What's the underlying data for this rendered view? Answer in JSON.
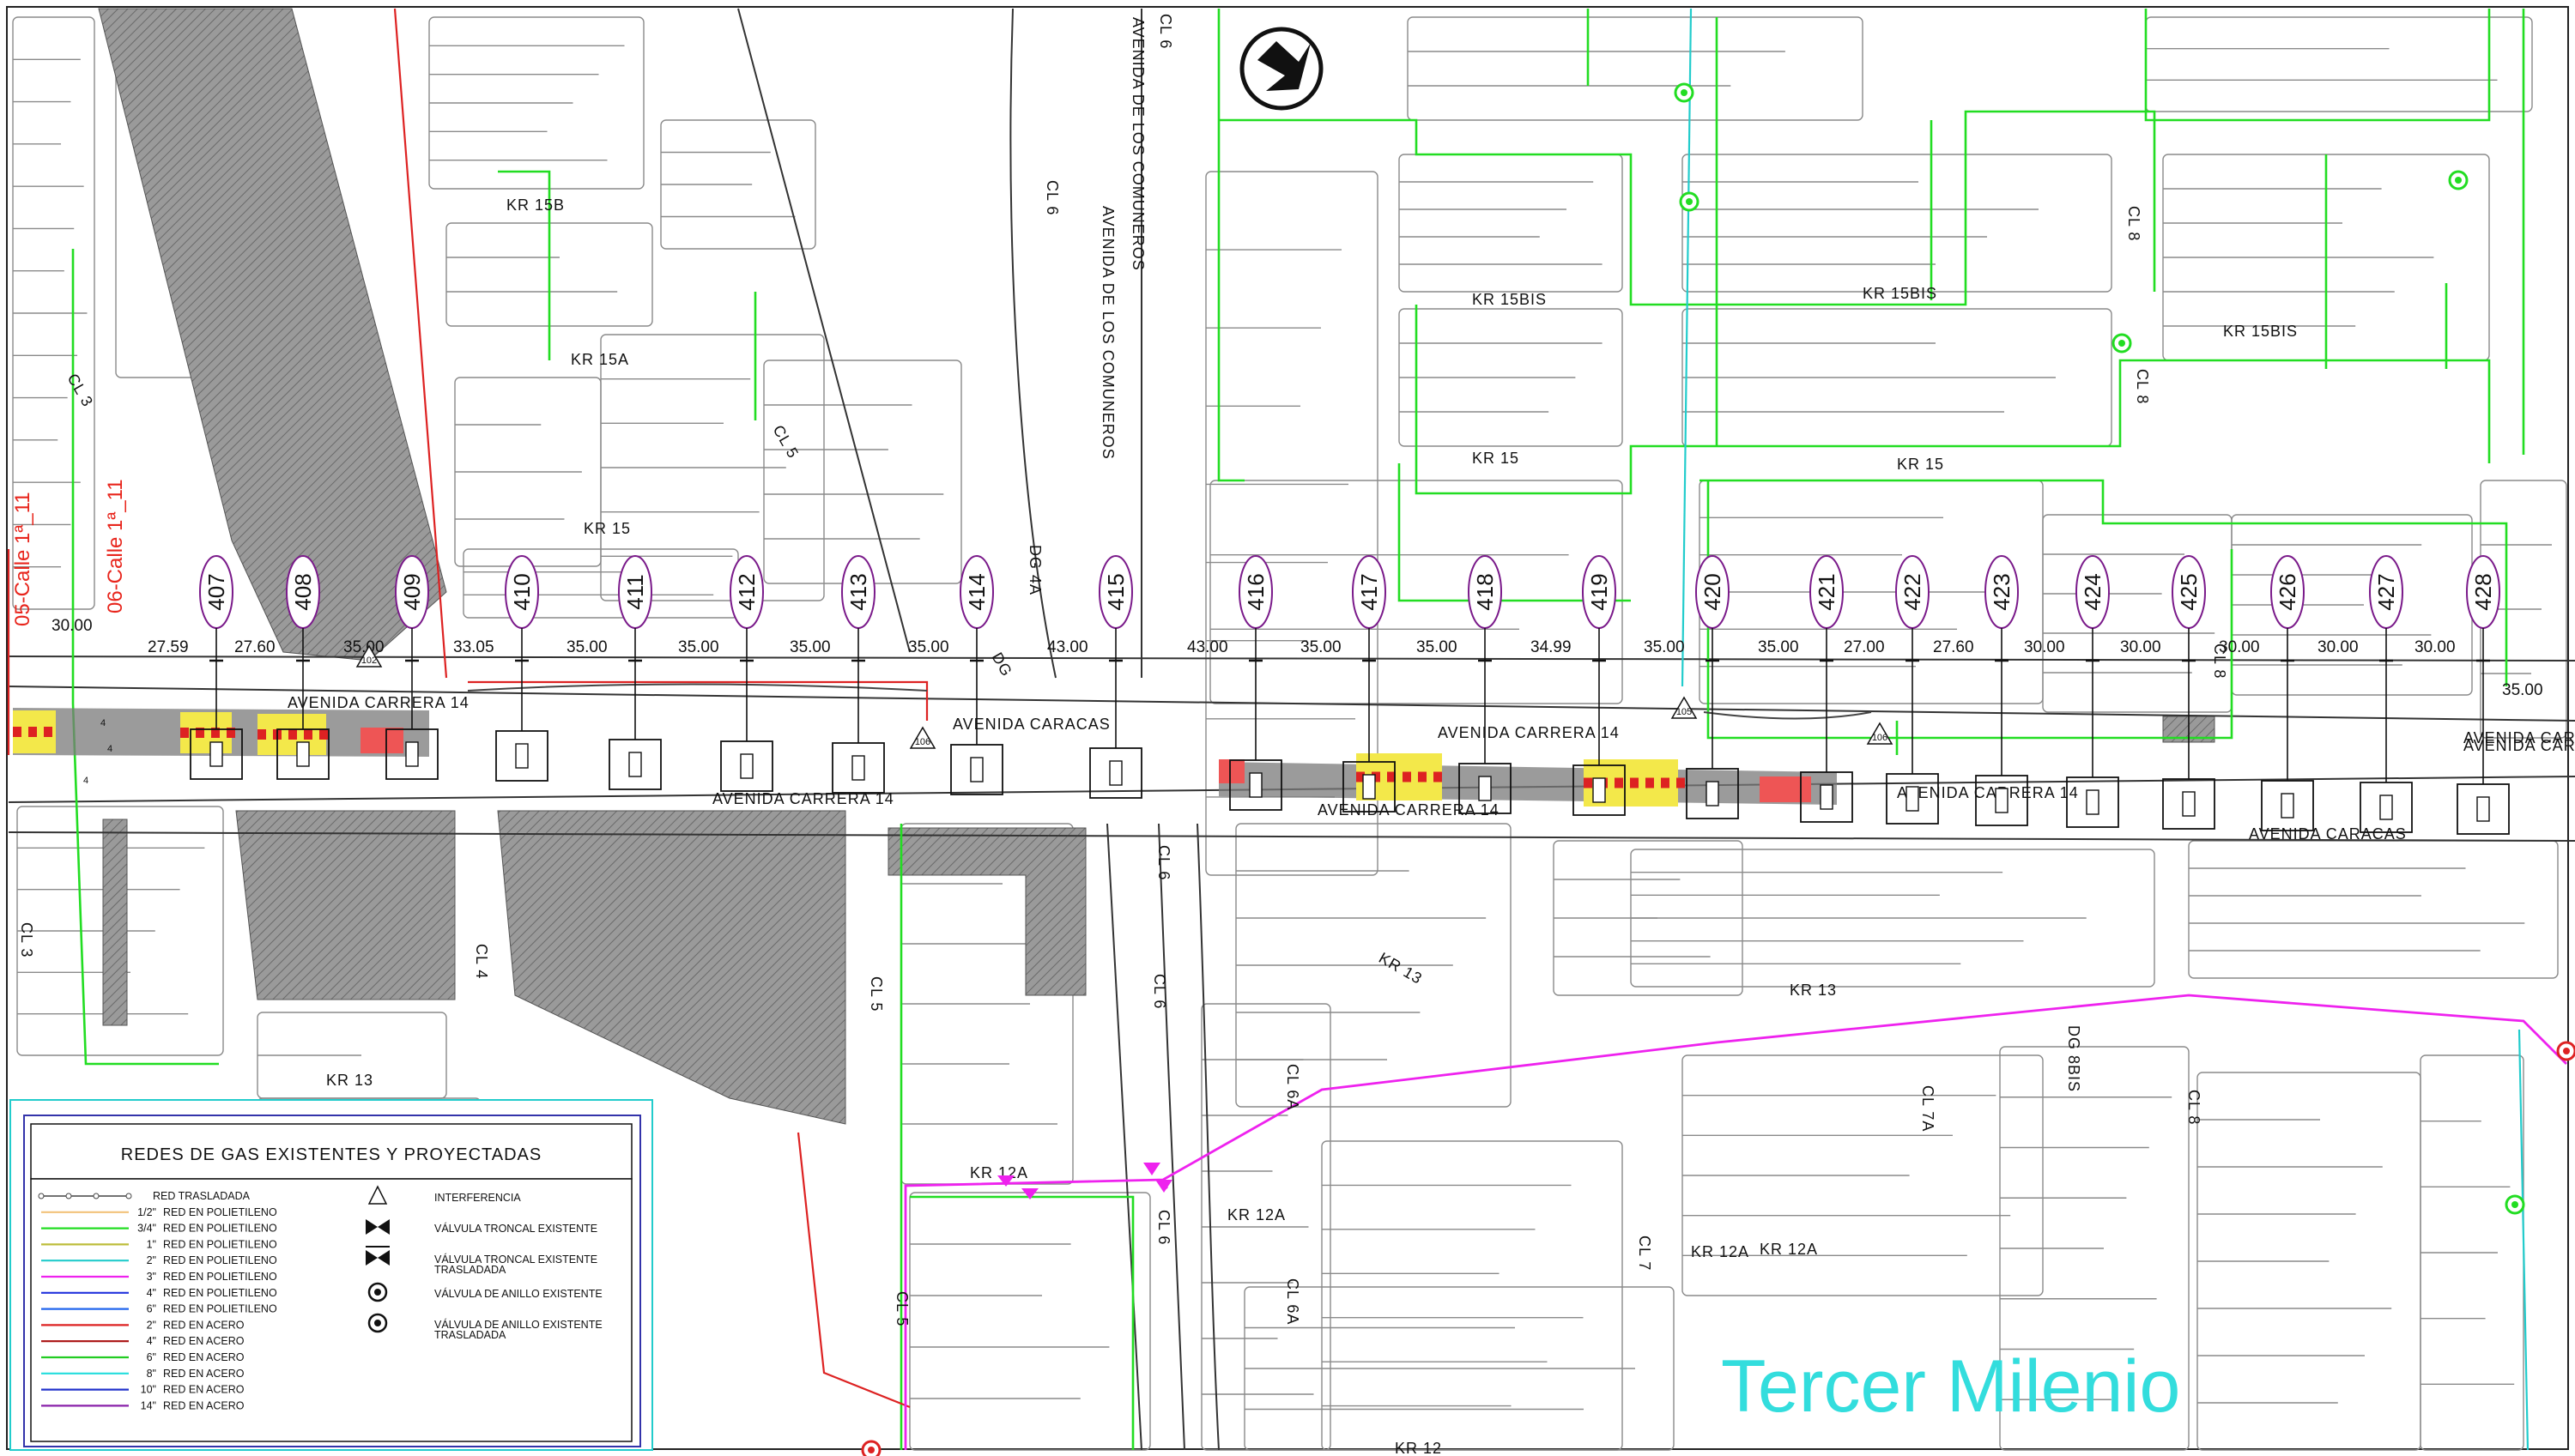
{
  "colors": {
    "buildings": "#8a8a8a",
    "poly_green": "#22dd22",
    "steel_red": "#dd2222",
    "magenta": "#ee22ee",
    "cyan": "#22cccc",
    "label_red": "#e8251c",
    "milenio": "#33dddd",
    "ellipse": "#7a1a8a"
  },
  "map": {
    "icons": {
      "north": "north-arrow-icon"
    },
    "streets": [
      "AVENIDA CARRERA 14",
      "AVENIDA CARRERA 14",
      "AVENIDA CARRERA 14",
      "AVENIDA CARRERA 14",
      "AVENIDA CARRERA 14",
      "AVENIDA CARRERA 14",
      "AVENIDA CARACAS",
      "AVENIDA CARACAS",
      "AVENIDA CARACAS",
      "AVENIDA DE LOS COMUNEROS",
      "AVENIDA DE LOS COMUNEROS",
      "KR 15B",
      "KR 15A",
      "KR 15",
      "KR 15",
      "KR 15",
      "KR 15BIS",
      "KR 15BIS",
      "KR 15BIS",
      "KR 13",
      "KR 13",
      "KR 13",
      "KR 12A",
      "KR 12A",
      "KR 12A",
      "KR 12A",
      "KR 12",
      "CL 3",
      "CL 3",
      "CL 4",
      "CL 5",
      "CL 5",
      "CL 5",
      "CL 6",
      "CL 6",
      "CL 6",
      "CL 6",
      "CL 6",
      "CL 6A",
      "CL 6A",
      "CL 7",
      "CL 7A",
      "CL 8",
      "CL 8",
      "CL 8",
      "CL 8",
      "DG 4A",
      "DG 8BIS",
      "DG"
    ],
    "red_labels": [
      "05-Calle 1ª_11",
      "06-Calle 1ª_11"
    ],
    "watermark": "Tercer Milenio",
    "points": [
      {
        "id": "407",
        "dim": "27.59"
      },
      {
        "id": "408",
        "dim": "27.60"
      },
      {
        "id": "409",
        "dim": "35.00"
      },
      {
        "id": "410",
        "dim": "33.05"
      },
      {
        "id": "411",
        "dim": "35.00"
      },
      {
        "id": "412",
        "dim": "35.00"
      },
      {
        "id": "413",
        "dim": "35.00"
      },
      {
        "id": "414",
        "dim": "35.00"
      },
      {
        "id": "415",
        "dim": "43.00"
      },
      {
        "id": "416",
        "dim": "43.00"
      },
      {
        "id": "417",
        "dim": "35.00"
      },
      {
        "id": "418",
        "dim": "35.00"
      },
      {
        "id": "419",
        "dim": "34.99"
      },
      {
        "id": "420",
        "dim": "35.00"
      },
      {
        "id": "421",
        "dim": "35.00"
      },
      {
        "id": "422",
        "dim": "27.00"
      },
      {
        "id": "423",
        "dim": "27.60"
      },
      {
        "id": "424",
        "dim": "30.00"
      },
      {
        "id": "425",
        "dim": "30.00"
      },
      {
        "id": "426",
        "dim": "30.00"
      },
      {
        "id": "427",
        "dim": "30.00"
      },
      {
        "id": "428",
        "dim": "30.00"
      }
    ],
    "extra_dims": [
      "30.00",
      "35.00"
    ],
    "markers": [
      "102",
      "106",
      "105",
      "106",
      "4",
      "4",
      "4"
    ]
  },
  "legend": {
    "title": "REDES DE GAS EXISTENTES Y PROYECTADAS",
    "lines": [
      {
        "size": "",
        "label": "RED TRASLADADA",
        "color": "#444444",
        "dotted": true
      },
      {
        "size": "1/2\"",
        "label": "RED EN POLIETILENO",
        "color": "#f2c27a"
      },
      {
        "size": "3/4\"",
        "label": "RED EN POLIETILENO",
        "color": "#22dd22"
      },
      {
        "size": "1\"",
        "label": "RED EN POLIETILENO",
        "color": "#bdbd3a"
      },
      {
        "size": "2\"",
        "label": "RED EN POLIETILENO",
        "color": "#22cccc"
      },
      {
        "size": "3\"",
        "label": "RED EN POLIETILENO",
        "color": "#ee22ee"
      },
      {
        "size": "4\"",
        "label": "RED EN POLIETILENO",
        "color": "#2233dd"
      },
      {
        "size": "6\"",
        "label": "RED EN POLIETILENO",
        "color": "#2266ee"
      },
      {
        "size": "2\"",
        "label": "RED EN ACERO",
        "color": "#dd2222"
      },
      {
        "size": "4\"",
        "label": "RED EN ACERO",
        "color": "#aa1111"
      },
      {
        "size": "6\"",
        "label": "RED EN ACERO",
        "color": "#22cc22"
      },
      {
        "size": "8\"",
        "label": "RED EN ACERO",
        "color": "#22dddd"
      },
      {
        "size": "10\"",
        "label": "RED EN ACERO",
        "color": "#2233cc"
      },
      {
        "size": "14\"",
        "label": "RED EN ACERO",
        "color": "#8a22aa"
      }
    ],
    "symbols": [
      {
        "icon": "interference-icon",
        "label": "INTERFERENCIA",
        "label2": ""
      },
      {
        "icon": "trunk-valve-icon",
        "label": "VÁLVULA TRONCAL EXISTENTE",
        "label2": ""
      },
      {
        "icon": "trunk-valve-moved-icon",
        "label": "VÁLVULA TRONCAL EXISTENTE",
        "label2": "TRASLADADA"
      },
      {
        "icon": "ring-valve-icon",
        "label": "VÁLVULA DE ANILLO EXISTENTE",
        "label2": ""
      },
      {
        "icon": "ring-valve-moved-icon",
        "label": "VÁLVULA DE ANILLO EXISTENTE",
        "label2": "TRASLADADA"
      }
    ]
  }
}
